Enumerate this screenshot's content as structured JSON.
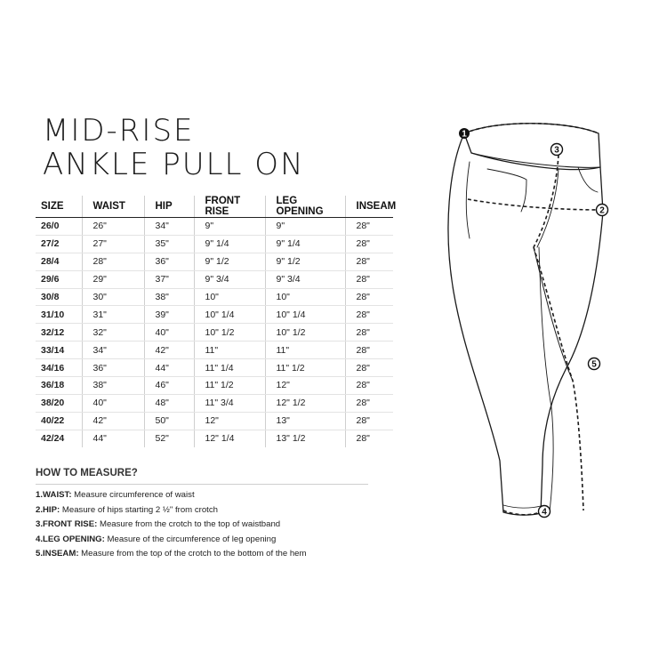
{
  "title": {
    "line1": "MID-RISE",
    "line2": "ANKLE PULL ON"
  },
  "table": {
    "headers": [
      "SIZE",
      "WAIST",
      "HIP",
      "FRONT RISE",
      "LEG OPENING",
      "INSEAM"
    ],
    "rows": [
      [
        "26/0",
        "26\"",
        "34\"",
        "9\"",
        "9\"",
        "28\""
      ],
      [
        "27/2",
        "27\"",
        "35\"",
        "9\" 1/4",
        "9\" 1/4",
        "28\""
      ],
      [
        "28/4",
        "28\"",
        "36\"",
        "9\" 1/2",
        "9\" 1/2",
        "28\""
      ],
      [
        "29/6",
        "29\"",
        "37\"",
        "9\" 3/4",
        "9\" 3/4",
        "28\""
      ],
      [
        "30/8",
        "30\"",
        "38\"",
        "10\"",
        "10\"",
        "28\""
      ],
      [
        "31/10",
        "31\"",
        "39\"",
        "10\" 1/4",
        "10\" 1/4",
        "28\""
      ],
      [
        "32/12",
        "32\"",
        "40\"",
        "10\" 1/2",
        "10\" 1/2",
        "28\""
      ],
      [
        "33/14",
        "34\"",
        "42\"",
        "11\"",
        "11\"",
        "28\""
      ],
      [
        "34/16",
        "36\"",
        "44\"",
        "11\" 1/4",
        "11\" 1/2",
        "28\""
      ],
      [
        "36/18",
        "38\"",
        "46\"",
        "11\" 1/2",
        "12\"",
        "28\""
      ],
      [
        "38/20",
        "40\"",
        "48\"",
        "11\" 3/4",
        "12\" 1/2",
        "28\""
      ],
      [
        "40/22",
        "42\"",
        "50\"",
        "12\"",
        "13\"",
        "28\""
      ],
      [
        "42/24",
        "44\"",
        "52\"",
        "12\" 1/4",
        "13\" 1/2",
        "28\""
      ]
    ]
  },
  "how_to_measure": {
    "heading": "HOW TO MEASURE?",
    "items": [
      {
        "label": "1.WAIST:",
        "text": " Measure circumference of waist"
      },
      {
        "label": "2.HIP:",
        "text": " Measure of hips starting 2 ½\" from crotch"
      },
      {
        "label": "3.FRONT RISE:",
        "text": " Measure from the crotch to the top of waistband"
      },
      {
        "label": "4.LEG OPENING:",
        "text": " Measure of the circumference of leg opening"
      },
      {
        "label": "5.INSEAM:",
        "text": " Measure from the top of the crotch to the bottom of the hem"
      }
    ]
  },
  "diagram": {
    "callouts": [
      "1",
      "2",
      "3",
      "4",
      "5"
    ],
    "line_color": "#1a1a1a"
  }
}
